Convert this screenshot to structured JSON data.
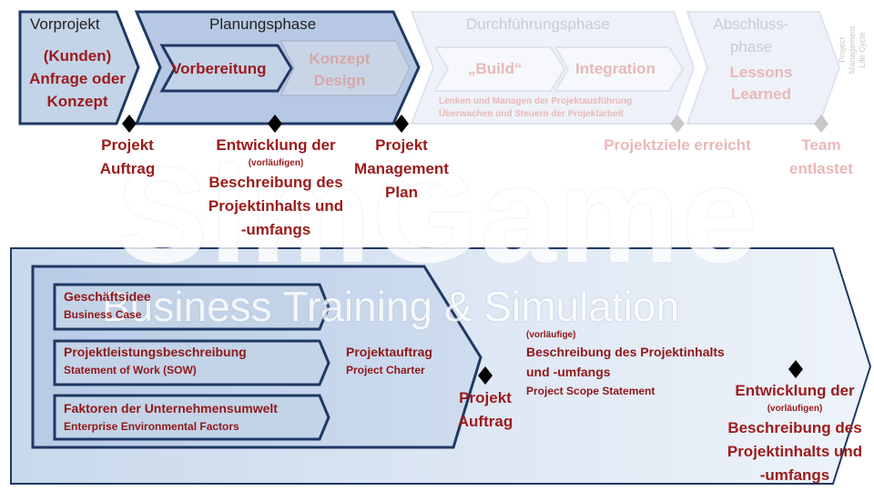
{
  "phases": {
    "vorprojekt": {
      "title": "Vorprojekt",
      "content": [
        "(Kunden)",
        "Anfrage oder",
        "Konzept"
      ]
    },
    "planungsphase": {
      "title": "Planungsphase",
      "step1": "Vorbereitung",
      "step2": [
        "Konzept",
        "Design"
      ]
    },
    "durchfuehrung": {
      "title": "Durchführungsphase",
      "step1": "„Build“",
      "step2": "Integration",
      "note1": "Lenken und Managen der Projektausführung",
      "note2": "Überwachen und Steuern der Projektarbeit"
    },
    "abschluss": {
      "title": [
        "Abschluss-",
        "phase"
      ],
      "content": [
        "Lessons",
        "Learned"
      ]
    },
    "lifecycle_label": [
      "Project",
      "Management",
      "Life Cycle"
    ]
  },
  "milestones": {
    "auftrag": [
      "Projekt",
      "Auftrag"
    ],
    "scope_top": "Entwicklung der",
    "scope_small": "(vorläufigen)",
    "scope_rest": [
      "Beschreibung des",
      "Projektinhalts und",
      "-umfangs"
    ],
    "pm_plan": [
      "Projekt",
      "Management",
      "Plan"
    ],
    "ziele": "Projektziele erreicht",
    "team": [
      "Team",
      "entlastet"
    ]
  },
  "watermark": {
    "line1": "SimGame",
    "line2": "Business Training & Simulation"
  },
  "inputs": [
    {
      "de": "Geschäftsidee",
      "en": "Business Case"
    },
    {
      "de": "Projektleistungsbeschreibung",
      "en": "Statement of Work (SOW)"
    },
    {
      "de": "Faktoren der Unternehmensumwelt",
      "en": "Enterprise Environmental Factors"
    }
  ],
  "charter": {
    "de": "Projektauftrag",
    "en": "Project Charter"
  },
  "lower_auftrag": [
    "Projekt",
    "Auftrag"
  ],
  "scope_statement": {
    "small": "(vorläufige)",
    "line1": "Beschreibung des Projektinhalts",
    "line2": "und -umfangs",
    "en": "Project Scope Statement"
  },
  "lower_scope": {
    "top": "Entwicklung der",
    "small": "(vorläufigen)",
    "rest": [
      "Beschreibung des",
      "Projektinhalts und",
      "-umfangs"
    ]
  },
  "colors": {
    "accent_red": "#9b1b1b",
    "border_blue": "#1f3864",
    "fill_blue": "#c3d3e8"
  }
}
